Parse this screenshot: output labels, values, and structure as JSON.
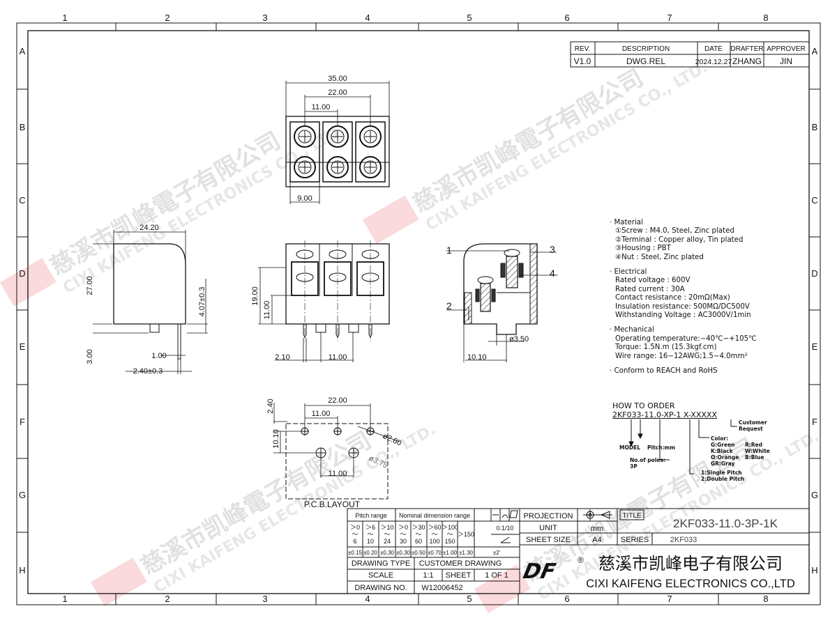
{
  "grid": {
    "columns": [
      "1",
      "2",
      "3",
      "4",
      "5",
      "6",
      "7",
      "8"
    ],
    "rows": [
      "A",
      "B",
      "C",
      "D",
      "E",
      "F",
      "G",
      "H"
    ]
  },
  "revision_table": {
    "headers": [
      "REV.",
      "DESCRIPTION",
      "DATE",
      "DRAFTER",
      "APPROVER"
    ],
    "row": [
      "V1.0",
      "DWG.REL",
      "2024.12.27",
      "ZHANG",
      "JIN"
    ]
  },
  "dimensions": {
    "top_view": [
      "35.00",
      "22.00",
      "11.00",
      "9.00"
    ],
    "side_view": [
      "24.20",
      "27.00",
      "4.07±0.3",
      "3.00",
      "1.00",
      "2.40±0.3"
    ],
    "front_view": [
      "19.00",
      "11.00",
      "2.10",
      "11.00"
    ],
    "section_view": [
      "1",
      "2",
      "3",
      "4",
      "ø3.50",
      "10.10"
    ],
    "pcb": [
      "22.00",
      "11.00",
      "2.40",
      "10.10",
      "ø2.60",
      "ø3.75",
      "11.00"
    ],
    "pcb_label": "P.C.B.LAYOUT"
  },
  "specs": {
    "material": {
      "title": "Material",
      "items": [
        "①Screw : M4.0, Steel, Zinc plated",
        "②Terminal : Copper alloy, Tin plated",
        "③Housing : PBT",
        "④Nut : Steel, Zinc plated"
      ]
    },
    "electrical": {
      "title": "Electrical",
      "items": [
        "Rated voltage : 600V",
        "Rated current : 30A",
        "Contact resistance : 20mΩ(Max)",
        "Insulation resistance: 500MΩ/DC500V",
        "Withstanding Voltage : AC3000V/1min"
      ]
    },
    "mechanical": {
      "title": "Mechanical",
      "items": [
        "Operating temperature:−40℃∽+105℃",
        "Torque: 1.5N.m (15.3kgf.cm)",
        "Wire range: 16−12AWG;1.5−4.0mm²"
      ]
    },
    "conform": "Conform to REACH and RoHS"
  },
  "how_to_order": {
    "title": "HOW TO ORDER",
    "code_parts": [
      "2KF033",
      "-",
      "11.0",
      "-",
      "XP",
      "-",
      "1",
      " ",
      "X",
      "-",
      "XXXXX"
    ],
    "model": "MODEL",
    "pitch": "Pitch:mm",
    "poles": "No.of poles:",
    "poles_value": "3P",
    "pitch_type_1": "1:Single Pitch",
    "pitch_type_2": "2:Double Pitch",
    "color_title": "Color:",
    "colors": [
      "G:Green",
      "R:Red",
      "K:Black",
      "W:White",
      "O:Orange",
      "B:Blue",
      "GR:Gray"
    ],
    "customer": "Customer",
    "request": "Request"
  },
  "tolerance_table": {
    "pitch_range": "Pitch range",
    "nominal_range": "Nominal dimension range",
    "pitch_cols": [
      [
        "＞0",
        "6"
      ],
      [
        "＞6",
        "10"
      ],
      [
        "＞10",
        "24"
      ]
    ],
    "nominal_cols": [
      [
        "＞0",
        "30"
      ],
      [
        "＞30",
        "60"
      ],
      [
        "＞60",
        "100"
      ],
      [
        "＞100",
        "150"
      ]
    ],
    "over150": "＞150",
    "tolerances": [
      "±0.15",
      "±0.20",
      "±0.30",
      "±0.30",
      "±0.50",
      "±0.70",
      "±1.00",
      "±1.30"
    ],
    "flatness": "0.1/10",
    "angle": "±2'",
    "tilde": "～"
  },
  "title_block": {
    "drawing_type_label": "DRAWING TYPE",
    "drawing_type": "CUSTOMER DRAWING",
    "scale_label": "SCALE",
    "scale": "1:1",
    "sheet_label": "SHEET",
    "sheet": "1 OF 1",
    "drawing_no_label": "DRAWING NO.",
    "drawing_no": "W12006452",
    "projection_label": "PROJECTION",
    "unit_label": "UNIT",
    "unit": "mm",
    "sheet_size_label": "SHEET SIZE",
    "sheet_size": "A4",
    "title_label": "TITLE",
    "title": "2KF033-11.0-3P-1K",
    "series_label": "SERIES",
    "series": "2KF033",
    "company_cn": "慈溪市凯峰电子有限公司",
    "company_en": "CIXI KAIFENG ELECTRONICS CO.,LTD",
    "logo": "DF",
    "registered": "®"
  },
  "watermark": {
    "cn": "慈溪市凯峰電子有限公司",
    "en": "CIXI KAIFENG ELECTRONICS CO., LTD.",
    "brand": "KAIFENG"
  },
  "colors": {
    "line": "#111111",
    "watermark_red": "#e0303a",
    "watermark_grey": "#9a9a9a"
  }
}
